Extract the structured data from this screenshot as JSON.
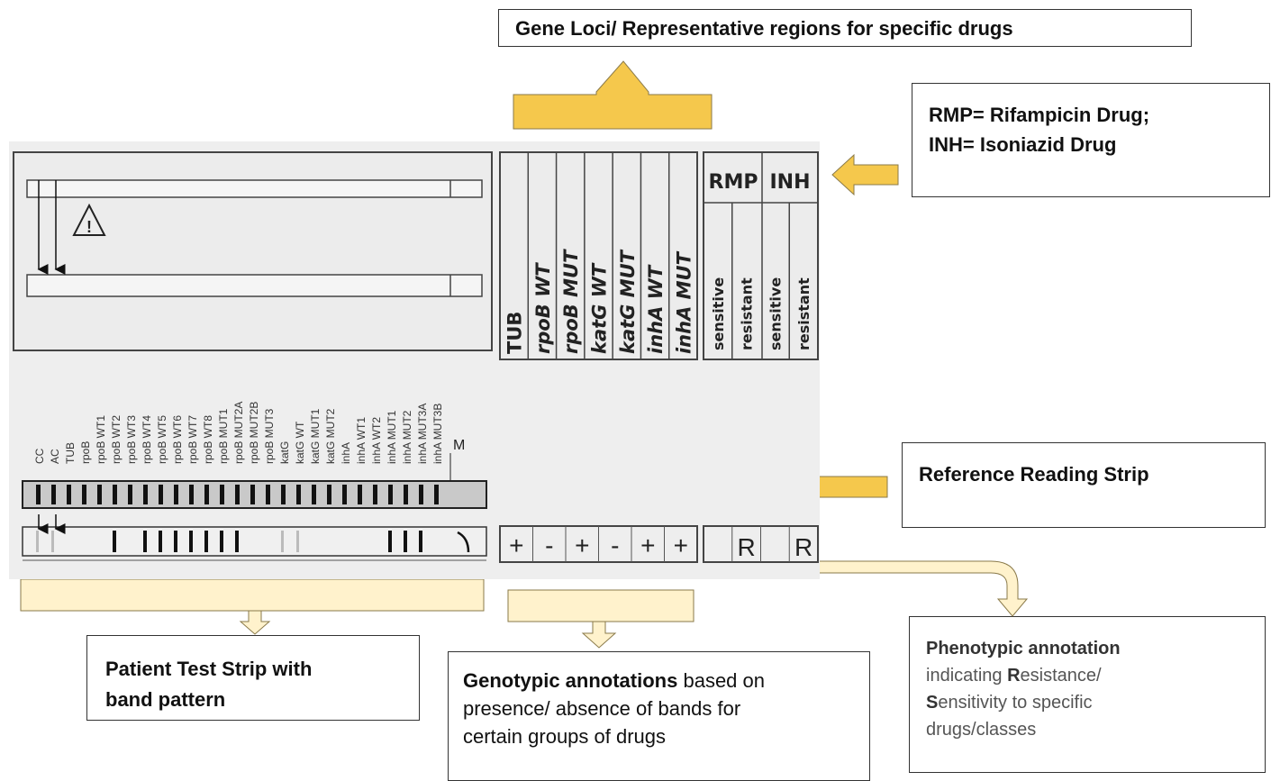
{
  "top_box": {
    "title": "Gene Loci/ Representative regions for specific drugs"
  },
  "drug_box": {
    "line1": "RMP= Rifampicin Drug;",
    "line2": "INH= Isoniazid Drug"
  },
  "ref_box": {
    "title": "Reference Reading Strip"
  },
  "patient_box": {
    "line1": "Patient Test Strip with",
    "line2": "band pattern"
  },
  "geno_box": {
    "bold": "Genotypic annotations",
    "rest1": " based on",
    "line2": "presence/ absence of bands for",
    "line3": "certain groups of drugs"
  },
  "pheno_box": {
    "bold1": "Phenotypic annotation",
    "line2": "indicating ",
    "r_bold": "R",
    "r_rest": "esistance/",
    "s_bold": "S",
    "s_rest": "ensitivity to specific",
    "line4": "drugs/classes"
  },
  "legend": {
    "rmp": "RMP",
    "inh": "INH",
    "loci": [
      "TUB",
      "rpoB WT",
      "rpoB MUT",
      "katG WT",
      "katG MUT",
      "inhA WT",
      "inhA MUT"
    ],
    "pheno_cols": [
      "sensitive",
      "resistant",
      "sensitive",
      "resistant"
    ]
  },
  "strip_labels": [
    "CC",
    "AC",
    "TUB",
    "rpoB",
    "rpoB WT1",
    "rpoB WT2",
    "rpoB WT3",
    "rpoB WT4",
    "rpoB WT5",
    "rpoB WT6",
    "rpoB WT7",
    "rpoB WT8",
    "rpoB MUT1",
    "rpoB MUT2A",
    "rpoB MUT2B",
    "rpoB MUT3",
    "katG",
    "katG WT",
    "katG MUT1",
    "katG MUT2",
    "inhA",
    "inhA WT1",
    "inhA WT2",
    "inhA MUT1",
    "inhA MUT2",
    "inhA MUT3A",
    "inhA MUT3B"
  ],
  "marker_label": "M",
  "genotype_marks": [
    "+",
    "-",
    "+",
    "-",
    "+",
    "+"
  ],
  "phenotype_marks": [
    "",
    "R",
    "",
    "R"
  ],
  "colors": {
    "arrow_yellow": "#f5c84c",
    "arrow_light": "#fff2cc",
    "arrow_outline": "#8a7a4a"
  }
}
